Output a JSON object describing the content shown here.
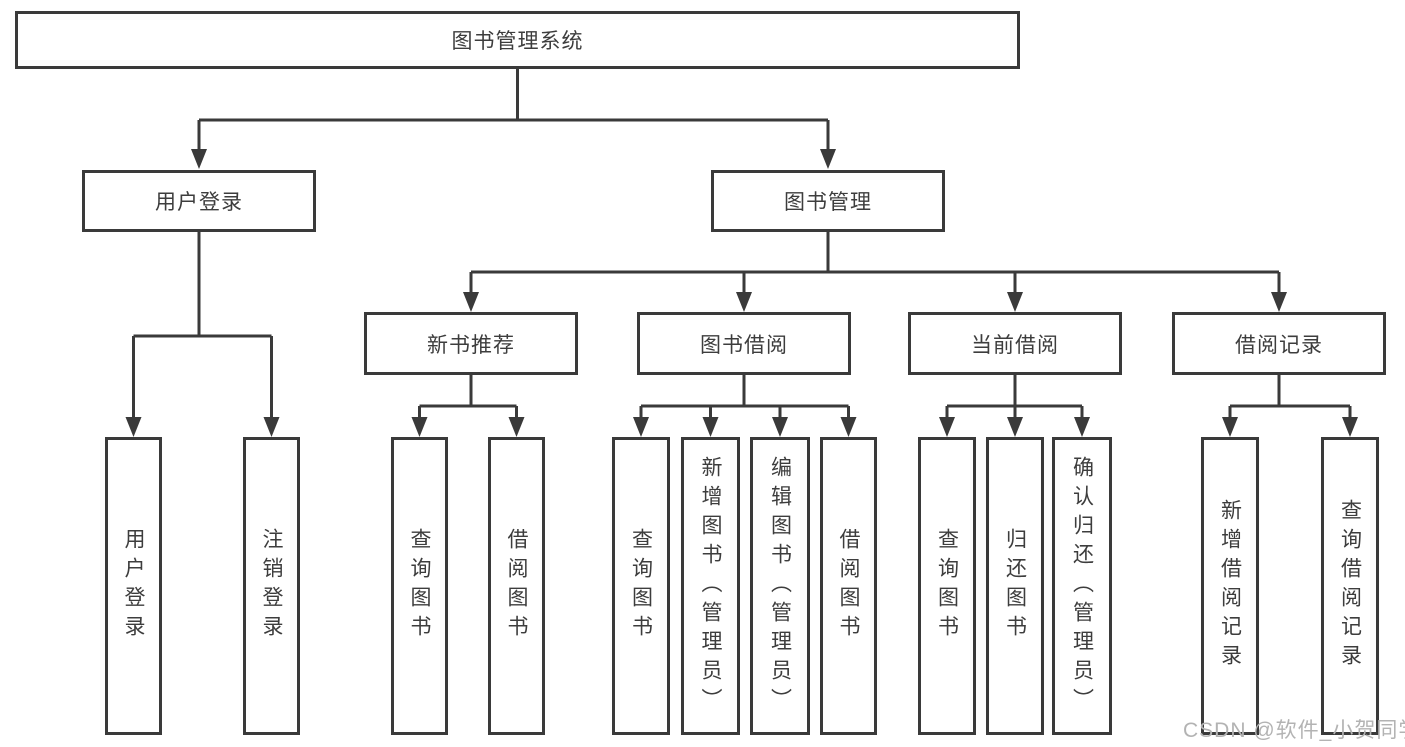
{
  "tree": {
    "root": "图书管理系统",
    "branches": [
      {
        "label": "用户登录",
        "children": [
          "用户登录",
          "注销登录"
        ]
      },
      {
        "label": "图书管理",
        "children": [
          {
            "label": "新书推荐",
            "children": [
              "查询图书",
              "借阅图书"
            ]
          },
          {
            "label": "图书借阅",
            "children": [
              "查询图书",
              "新增图书（管理员）",
              "编辑图书（管理员）",
              "借阅图书"
            ]
          },
          {
            "label": "当前借阅",
            "children": [
              "查询图书",
              "归还图书",
              "确认归还（管理员）"
            ]
          },
          {
            "label": "借阅记录",
            "children": [
              "新增借阅记录",
              "查询借阅记录"
            ]
          }
        ]
      }
    ]
  },
  "watermark": "CSDN @软件_小贺同学",
  "colors": {
    "line": "#3a3a3a",
    "border": "#3a3a3a",
    "text": "#3d3d3d",
    "watermark": "#b3b3b3",
    "background": "#ffffff"
  }
}
